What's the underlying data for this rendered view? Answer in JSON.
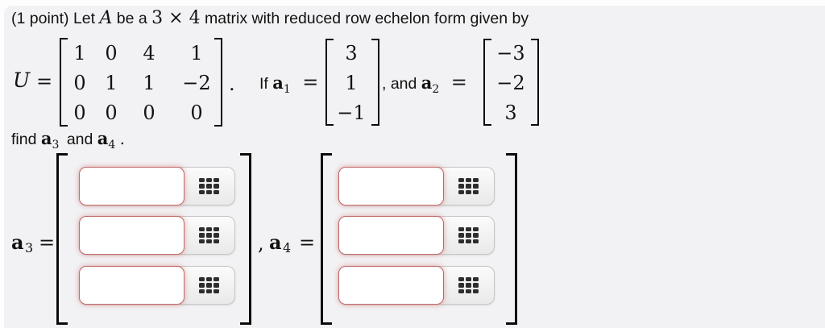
{
  "header": {
    "p1": "(1 point) Let",
    "var": "A",
    "p2": "be a",
    "dims": "3 × 4",
    "p3": "matrix with reduced row echelon form given by"
  },
  "equation": {
    "u_label": "U",
    "equals": "=",
    "u_matrix": {
      "rows": [
        [
          "1",
          "0",
          "4",
          "1"
        ],
        [
          "0",
          "1",
          "1",
          "−2"
        ],
        [
          "0",
          "0",
          "0",
          "0"
        ]
      ]
    },
    "period": ".",
    "if_label": "If",
    "a1_base": "a",
    "a1_sub": "1",
    "a1_vector": [
      "3",
      "1",
      "−1"
    ],
    "comma_and": ", and",
    "a2_base": "a",
    "a2_sub": "2",
    "a2_vector": [
      "−3",
      "−2",
      "3"
    ]
  },
  "find_line": {
    "find": "find",
    "a3_base": "a",
    "a3_sub": "3",
    "and": "and",
    "a4_base": "a",
    "a4_sub": "4",
    "period": "."
  },
  "answers": {
    "a3_base": "a",
    "a3_sub": "3",
    "a3_equals": "=",
    "a3_entries": [
      "",
      "",
      ""
    ],
    "separator": ",",
    "a4_base": "a",
    "a4_sub": "4",
    "a4_equals": "=",
    "a4_entries": [
      "",
      "",
      ""
    ]
  },
  "icons": {
    "keypad": "3x3-grid-keypad"
  },
  "colors": {
    "panel_bg": "#f2f2f4",
    "input_border": "#c06a68",
    "input_glow": "rgba(208,100,100,0.55)",
    "icon": "#2d2d2d",
    "text": "#121212"
  }
}
